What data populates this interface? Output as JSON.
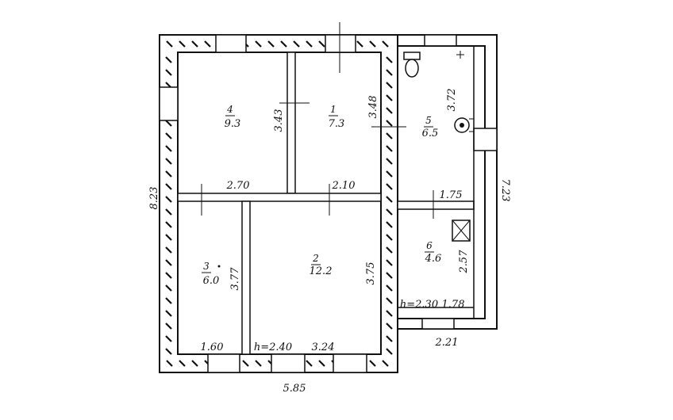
{
  "rooms": [
    {
      "id": "1",
      "number": "1",
      "area": "7.3"
    },
    {
      "id": "2",
      "number": "2",
      "area": "12.2"
    },
    {
      "id": "3",
      "number": "3",
      "area": "6.0"
    },
    {
      "id": "4",
      "number": "4",
      "area": "9.3"
    },
    {
      "id": "5",
      "number": "5",
      "area": "6.5"
    },
    {
      "id": "6",
      "number": "6",
      "area": "4.6"
    }
  ],
  "dimensions": {
    "overall_width": "5.85",
    "overall_height": "8.23",
    "annex_height": "7.23",
    "annex_width": "2.21",
    "room4_width": "2.70",
    "room4_height": "3.43",
    "room1_width": "2.10",
    "room1_height": "3.48",
    "room5_width": "1.75",
    "room5_height": "3.72",
    "room6_height": "2.57",
    "room6_width": "1.78",
    "room6_ceiling": "h=2.30",
    "room3_width": "1.60",
    "room3_height": "3.77",
    "room2_width": "3.24",
    "room2_height": "3.75",
    "room2_ceiling": "h=2.40"
  }
}
